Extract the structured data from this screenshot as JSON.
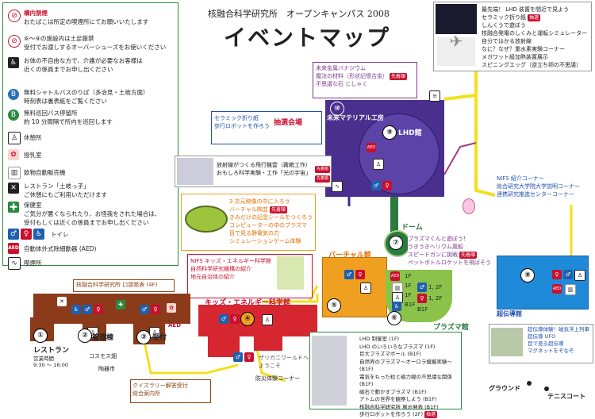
{
  "header": {
    "subtitle": "核融合科学研究所　オープンキャンパス 2008",
    "title": "イベントマップ"
  },
  "legend": {
    "no_smoking_title": "構内禁煙",
    "no_smoking_text": "おたばこは所定の喫煙所にてお願いいたします",
    "shoes_text1": "⑥〜⑨の施設内は土足厳禁",
    "shoes_text2": "受付でお渡しするオーバーシューズをお使いください",
    "care_text1": "お体の不自由な方で、介護が必要なお客様は",
    "care_text2": "近くの係員までお申し出ください",
    "shuttle_text1": "無料シャトルバスのりば（多治見・土岐方面）",
    "shuttle_text2": "時刻表は裏表紙をご覧ください",
    "taxi_text1": "無料巡回バス停留所",
    "taxi_text2": "約 10 分間隔で所内を巡回します",
    "rest": "休憩所",
    "nursing": "授乳室",
    "vending": "飲物自動販売機",
    "restaurant_text1": "レストラン「土岐っ子」",
    "restaurant_text2": "ご休憩にもご利用いただけます",
    "health_title": "保健室",
    "health_text1": "ご気分が悪くなられたり、お怪我をされた場合は、",
    "health_text2": "受付もしくは近くの係員までお申し出ください",
    "toilet": "トイレ",
    "aed": "自動体外式除細動器 (AED)",
    "smoking": "喫煙所"
  },
  "boxes": {
    "top_right": [
      "最先端！ LHD 装置を間近で見よう",
      "セラミック折り紙",
      "しんくうで遊ぼう",
      "核融合発電のしくみと運転シミュレーター",
      "自分ではかる放射線",
      "なに？なぜ？重水素実験コーナー",
      "メガワット級加熱装置展示",
      "スピニングエッグ（逆立ち卵の不思議）"
    ],
    "top_right_tag": "抽選",
    "mirai": [
      "未来金属バナジウム",
      "魔法の材料（形状記憶合金）",
      "不思議な石 じしゃく"
    ],
    "mirai_tag": "先着順",
    "ceramic": [
      "セラミック折り紙",
      "歩行ロボットを作ろう"
    ],
    "ceramic_label": "抽選会場",
    "hoshasen": [
      "放射線がつくる飛行機雲（霧箱工作）",
      "おもしろ科学実験・工作「光の宇宙」"
    ],
    "hoshasen_tag": "先着順",
    "nifs_corner": [
      "NIFS 紹介コーナー",
      "総合研究大学院大学説明コーナー",
      "連携研究推進センターコーナー"
    ],
    "plasma_kun": [
      "プラズマくんと遊ぼう！",
      "うきうきヘリウム風船",
      "スピードガンに挑戦",
      "ペットボトルロケットを飛ばそう"
    ],
    "plasma_kun_tag": "先着順",
    "virtual": [
      "3 次元映像の中に入ろう",
      "バーチャル陶芸",
      "きみだけの記念シールをつくろう",
      "コンピューターの中のプラズマ",
      "目で見る静電気の力",
      "シミュレーションゲーム体験"
    ],
    "virtual_tag": "先着順",
    "kids": [
      "NIFS キッズ・エネルギー科学館",
      "自然科学研究機構の紹介",
      "地元自治体の紹介"
    ],
    "kenkyu": "核融合科学研究所 口頭発表 (4F)",
    "tsuchi": [
      "超伝導体験",
      "磁気浮上列車",
      "超伝導 UFO",
      "目で見る超伝導",
      "マグネットをそなぞ"
    ],
    "plasma_bottom": [
      "LHD 制御室 (1F)",
      "LHD のいろいろなプラズマ (1F)",
      "巨大プラズマボール (B1F)",
      "自然界のプラズマ〜オーロラ模擬実験〜 (B1F)",
      "電気をもった粒と磁力線の不思議な関係 (B1F)",
      "磁石で動かすプラズマ (B1F)",
      "アトムの世界を観察しよう (B1F)",
      "核融合科学研究所 展示発表 (B1F)",
      "歩行ロボットを作ろう (2F)"
    ],
    "plasma_bottom_tag": "抽選",
    "quiz": [
      "クイズラリー解答受付",
      "総合案内所"
    ],
    "zarigani": [
      "ザリガニワールドへ",
      "ようこそ"
    ],
    "bousai": "防災体験コーナー"
  },
  "buildings": {
    "b1": "①",
    "b1_name": "レストラン",
    "b1_hours": "営業時間",
    "b1_time": "9:30 〜 16:00",
    "b2": "②",
    "b2_name": "管理棟",
    "b3": "③",
    "b3_name": "受付",
    "b4": "④",
    "b4_name": "キッズ・エネルギー科学館",
    "b5": "⑤",
    "b5_name": "バーチャル館",
    "b6": "⑥",
    "b6_name": "プラズマ館",
    "b7": "⑦",
    "b7_name": "ドーム",
    "b8": "⑧",
    "b8_name": "超伝導館",
    "b9": "⑨",
    "b9_name": "LHD館",
    "b10": "⑩",
    "b10_name": "未来マテリアル工房",
    "cosmos": "コスモス畑",
    "touki": "陶器市",
    "ground": "グラウンド",
    "tennis": "テニスコート",
    "aed": "AED",
    "floors": [
      "1F",
      "1F",
      "1F",
      "B1F",
      "1, 2F",
      "1, 2F",
      "B1F"
    ]
  }
}
